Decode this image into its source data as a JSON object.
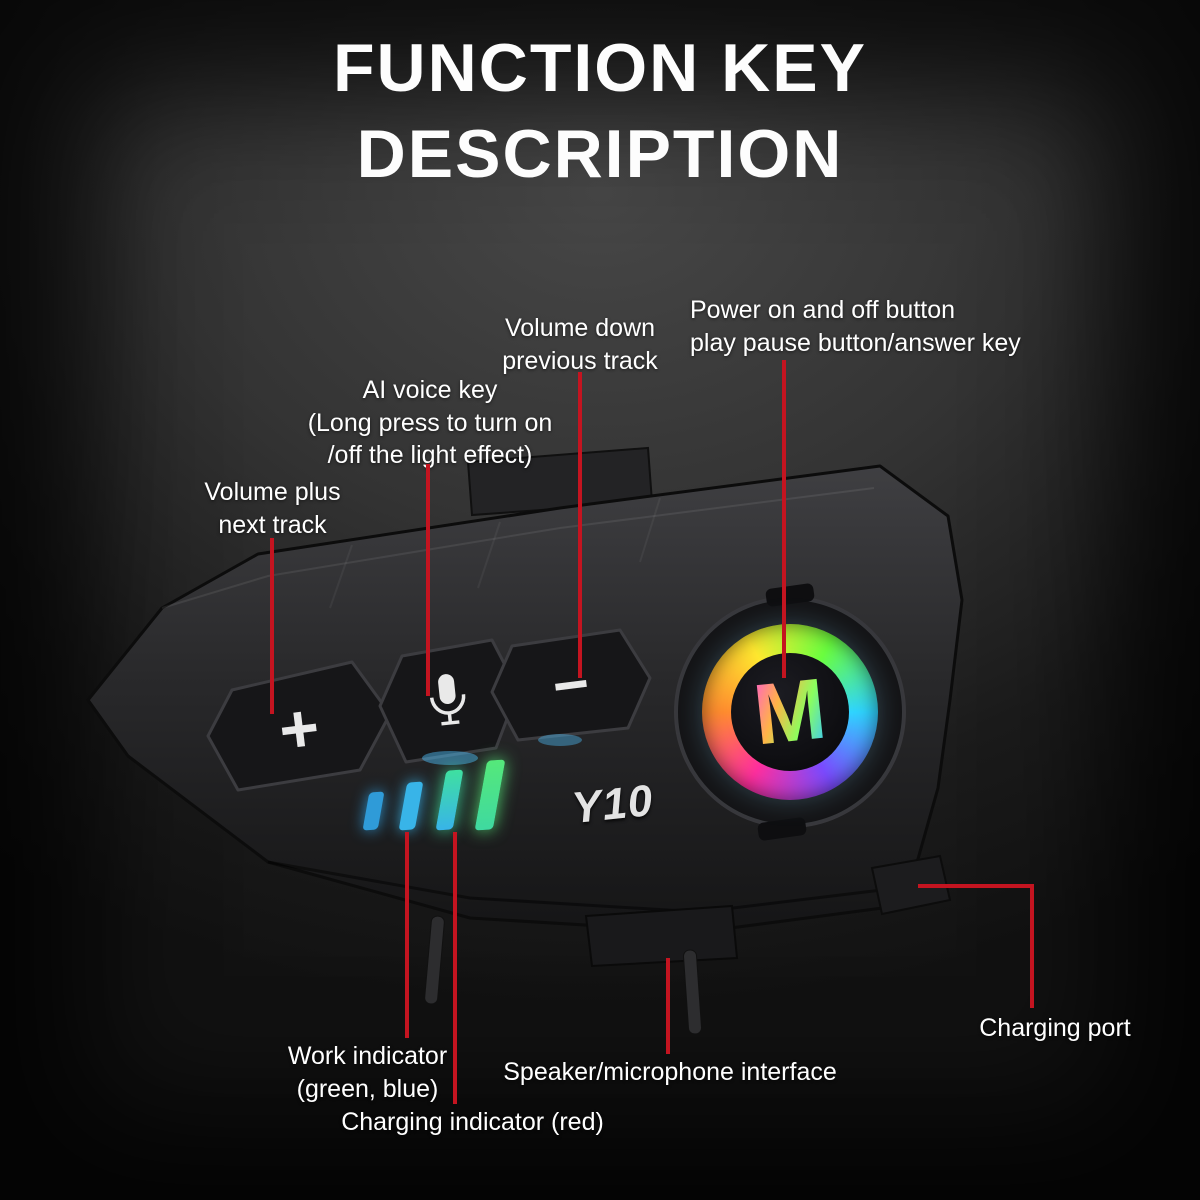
{
  "title": {
    "line1": "FUNCTION KEY",
    "line2": "DESCRIPTION"
  },
  "callouts": {
    "volume_plus": "Volume plus\nnext track",
    "ai_voice": "AI voice key\n(Long press to turn on\n/off the light effect)",
    "volume_down": "Volume down\nprevious track",
    "power": "Power on and off button\nplay pause button/answer key",
    "charging_port": "Charging port",
    "work_indicator": "Work indicator\n(green, blue)",
    "charging_indicator": "Charging indicator (red)",
    "speaker_mic": "Speaker/microphone interface"
  },
  "device": {
    "model": "Y10",
    "plus_label": "+",
    "minus_label": "−",
    "logo_letter": "M"
  },
  "colors": {
    "leader_red": "#c41420",
    "text": "#ffffff",
    "led_colors": [
      "#2f9bd8",
      "#38b4e8",
      "#3fe0a0",
      "#55e87a"
    ],
    "rgb_ring": [
      "#ff2f9e",
      "#ff8c2f",
      "#ffe82f",
      "#6bff3f",
      "#2fd4ff",
      "#7b4bff"
    ]
  }
}
